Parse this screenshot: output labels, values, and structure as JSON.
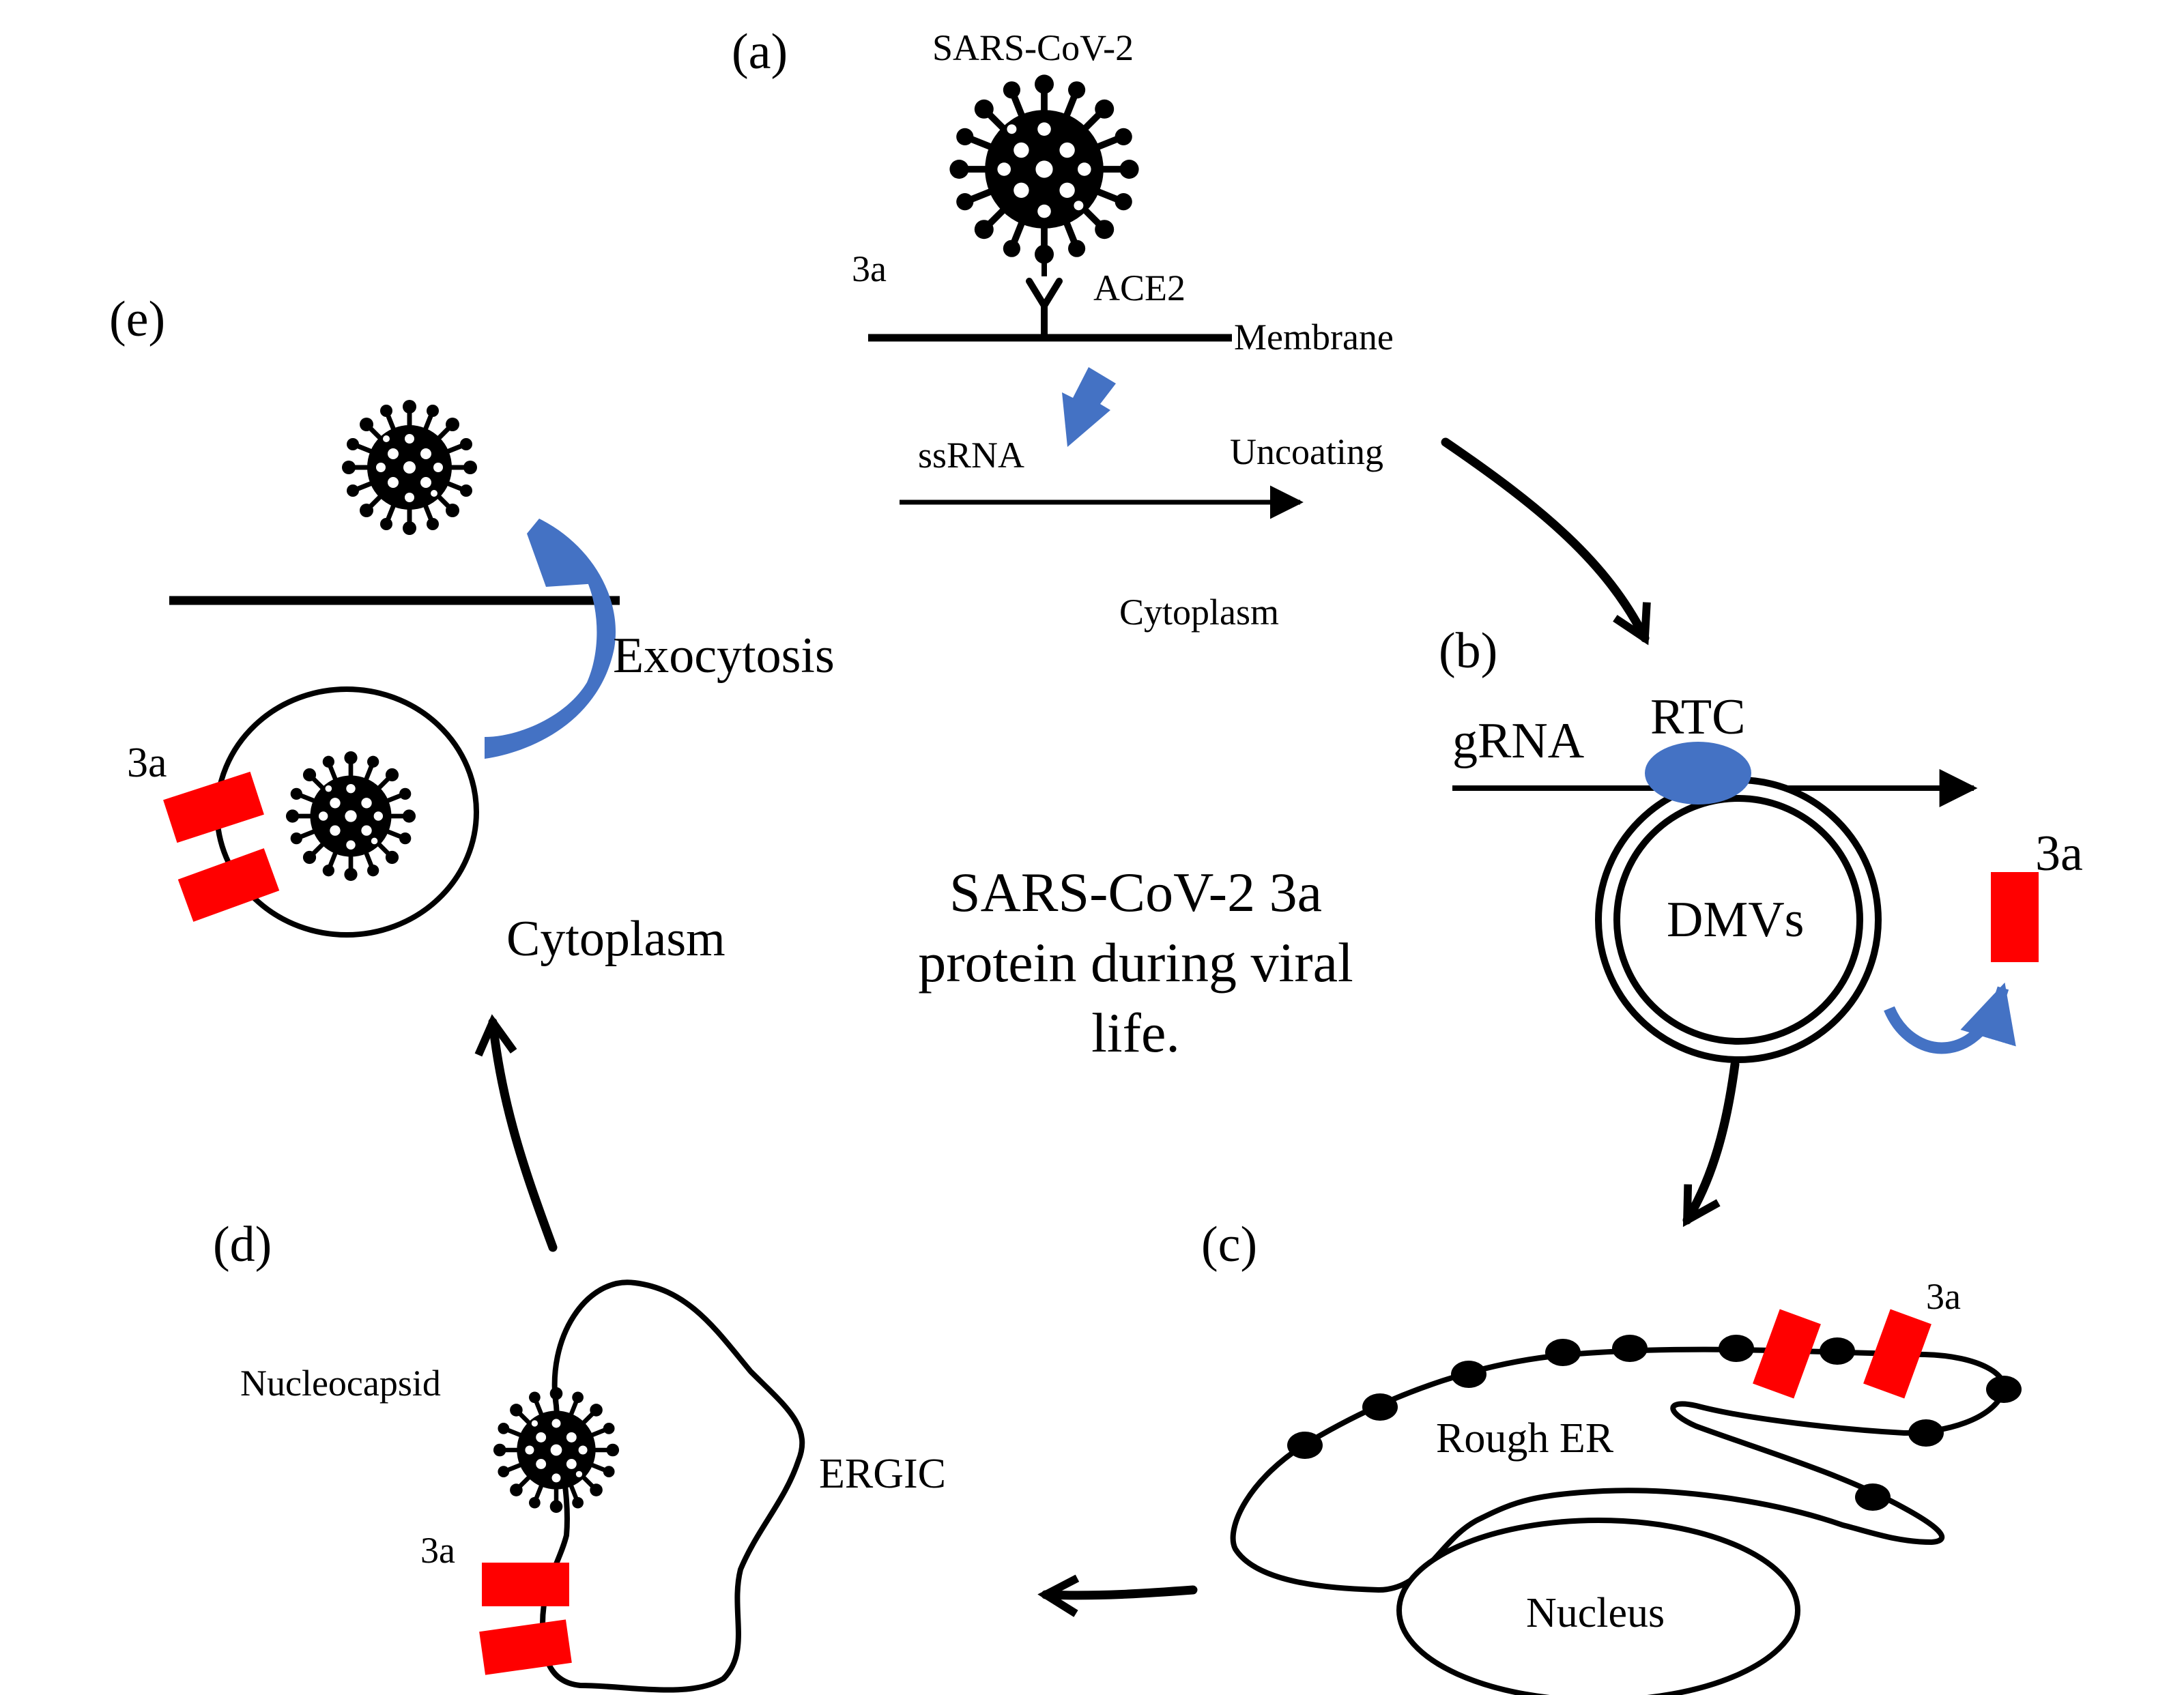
{
  "panels": {
    "a": {
      "tag": "(a)",
      "virus_label": "SARS-CoV-2",
      "protein_label": "3a",
      "receptor_label": "ACE2",
      "membrane_label": "Membrane",
      "rna_label": "ssRNA",
      "step_label": "Uncoating",
      "compartment_label": "Cytoplasm"
    },
    "b": {
      "tag": "(b)",
      "rna_label": "gRNA",
      "complex_label": "RTC",
      "vesicle_label": "DMVs",
      "protein_label": "3a"
    },
    "c": {
      "tag": "(c)",
      "protein_label": "3a",
      "er_label": "Rough ER",
      "nucleus_label": "Nucleus"
    },
    "d": {
      "tag": "(d)",
      "nucleocapsid_label": "Nucleocapsid",
      "ergic_label": "ERGIC",
      "protein_label": "3a"
    },
    "e": {
      "tag": "(e)",
      "step_label": "Exocytosis",
      "protein_label": "3a",
      "compartment_label": "Cytoplasm"
    }
  },
  "title": {
    "line1": "SARS-CoV-2 3a",
    "line2": "protein during viral",
    "line3": "life."
  },
  "colors": {
    "protein_3a": "#ff0000",
    "rtc": "#4472c4",
    "arrow_blue": "#4472c4",
    "ink": "#000000"
  },
  "icons": [
    "virus-icon",
    "ace2-receptor-icon",
    "ribosome-dot-icon",
    "curved-arrow-icon"
  ]
}
